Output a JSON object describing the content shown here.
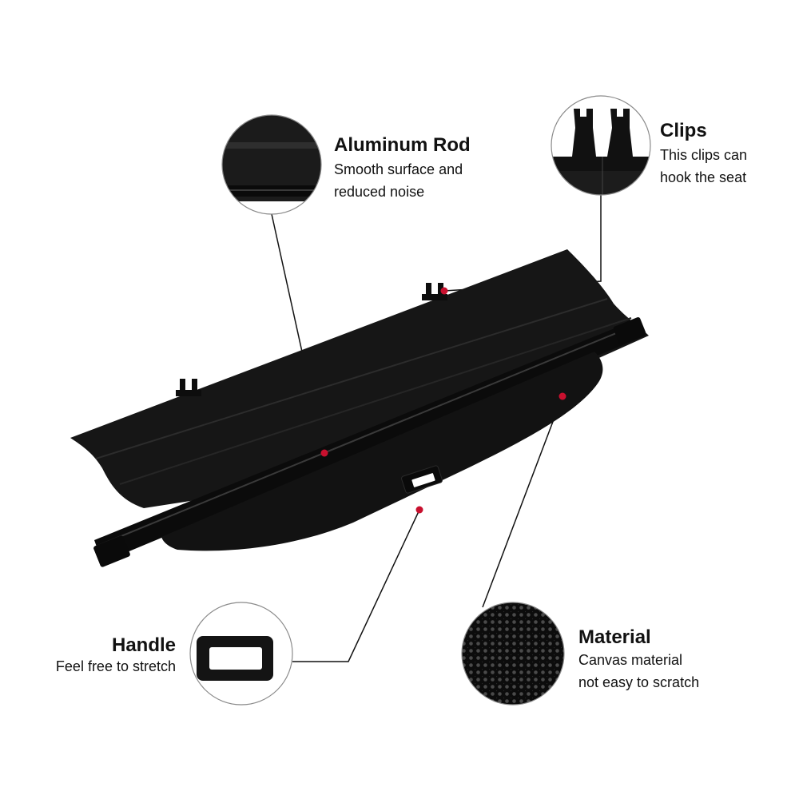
{
  "colors": {
    "product": "#141414",
    "callout_dot": "#c8102e",
    "leader_line": "#111111",
    "text": "#111111"
  },
  "callouts": {
    "aluminum_rod": {
      "title": "Aluminum Rod",
      "lines": [
        "Smooth surface and",
        "reduced noise"
      ]
    },
    "clips": {
      "title": "Clips",
      "lines": [
        "This clips can",
        "hook the seat"
      ]
    },
    "handle": {
      "title": "Handle",
      "lines": [
        "Feel free to stretch"
      ]
    },
    "material": {
      "title": "Material",
      "lines": [
        "Canvas material",
        "not easy to scratch"
      ]
    }
  }
}
